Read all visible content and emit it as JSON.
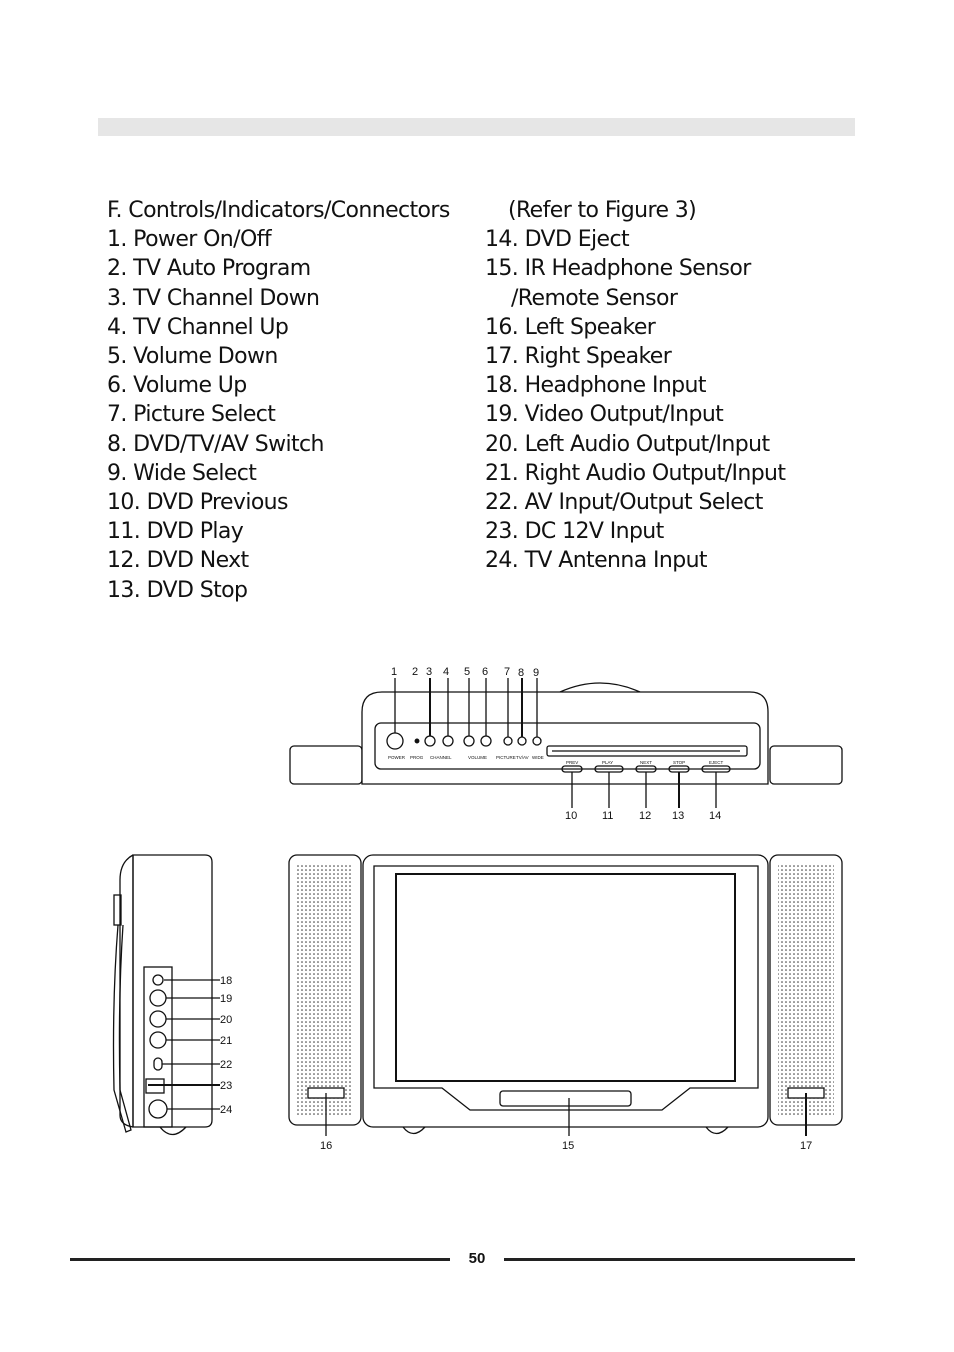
{
  "heading": "F. Controls/Indicators/Connectors",
  "refer_note": "(Refer to Figure 3)",
  "left_items": [
    "1. Power On/Off",
    "2. TV Auto Program",
    "3. TV Channel Down",
    "4. TV Channel Up",
    "5. Volume Down",
    "6. Volume Up",
    "7. Picture Select",
    "8. DVD/TV/AV Switch",
    "9. Wide Select",
    "10. DVD Previous",
    "11. DVD Play",
    "12. DVD Next",
    "13.  DVD Stop"
  ],
  "right_items": [
    "14. DVD Eject",
    "15. IR Headphone Sensor",
    "/Remote Sensor",
    "16. Left Speaker",
    "17. Right Speaker",
    "18. Headphone Input",
    "19. Video Output/Input",
    "20. Left Audio Output/Input",
    "21. Right Audio Output/Input",
    "22. AV Input/Output Select",
    "23. DC 12V Input",
    "24. TV Antenna Input"
  ],
  "figure": {
    "top_callouts": [
      "1",
      "2",
      "3",
      "4",
      "5",
      "6",
      "7",
      "8",
      "9"
    ],
    "bottom_callouts": [
      "10",
      "11",
      "12",
      "13",
      "14"
    ],
    "side_callouts": [
      "18",
      "19",
      "20",
      "21",
      "22",
      "23",
      "24"
    ],
    "front_callouts": [
      "16",
      "15",
      "17"
    ],
    "panel_labels": {
      "power": "POWER",
      "prog": "PROG",
      "channel": "CHANNEL",
      "volume": "VOLUME",
      "picture": "PICTURE",
      "tvav": "TV/AV",
      "wide": "WIDE",
      "prev": "PREV",
      "play": "PLAY",
      "next": "NEXT",
      "stop": "STOP",
      "eject": "EJECT"
    }
  },
  "page_number": "50"
}
